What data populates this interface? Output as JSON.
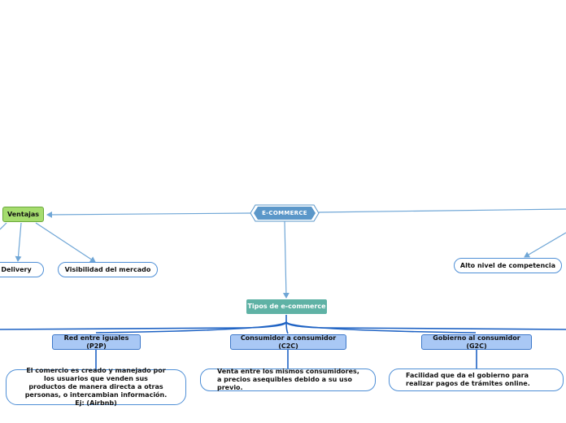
{
  "root": {
    "label": "E-COMMERCE"
  },
  "ventajas": {
    "label": "Ventajas",
    "items": [
      "Delivery",
      "Visibilidad del mercado"
    ]
  },
  "desventajas": {
    "items": [
      "Alto nivel de competencia"
    ]
  },
  "tipos": {
    "label": "Tipos de e-commerce",
    "items": [
      {
        "title": "Red entre iguales (P2P)",
        "description": "El comercio es creado y manejado por los usuarios que venden sus productos de manera directa a otras personas, o intercambian información. Ej: (Airbnb)"
      },
      {
        "title": "Consumidor a consumidor (C2C)",
        "description": "Venta entre los mismos consumidores, a precios asequibles debido a su uso previo."
      },
      {
        "title": "Gobierno al consumidor (G2C)",
        "description": "Facilidad que da el gobierno para realizar pagos de trámites online."
      }
    ]
  },
  "colors": {
    "connector": "#6fa6d6",
    "branch": "#1f63c4",
    "root_fill": "#5b97c9",
    "teal": "#5fb2a5",
    "green": "#a5dc6e",
    "blue_node": "#a9c8f5"
  }
}
